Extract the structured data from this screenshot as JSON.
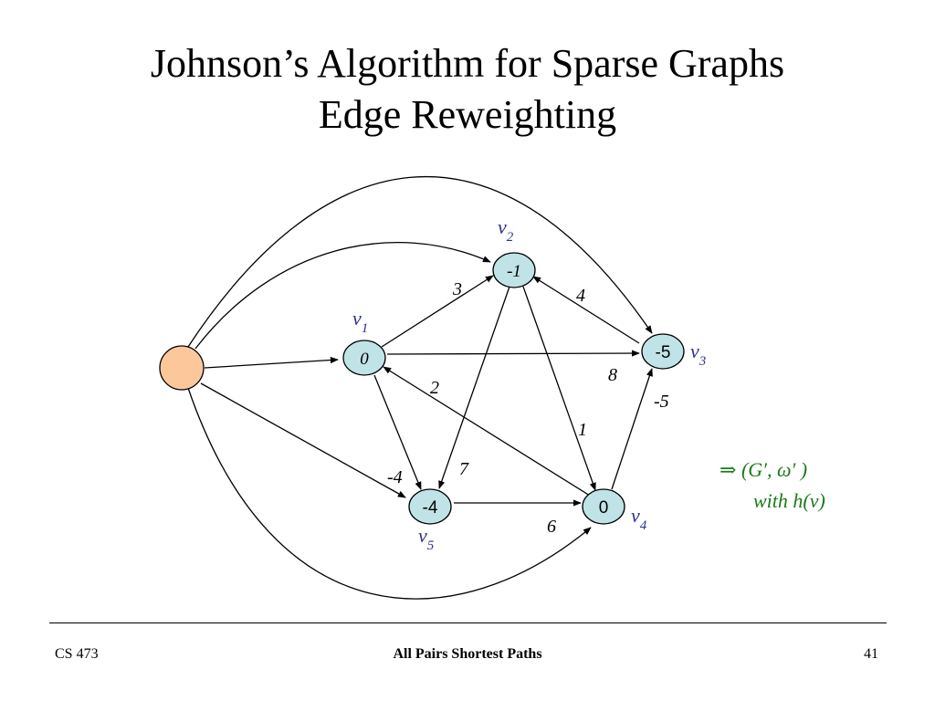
{
  "slide": {
    "title_line1": "Johnson’s Algorithm for Sparse Graphs",
    "title_line2": "Edge Reweighting"
  },
  "graph": {
    "nodes": [
      {
        "id": "s",
        "value": "",
        "label": "",
        "sub": ""
      },
      {
        "id": "v1",
        "value": "0",
        "label": "v",
        "sub": "1"
      },
      {
        "id": "v2",
        "value": "-1",
        "label": "v",
        "sub": "2"
      },
      {
        "id": "v3",
        "value": "-5",
        "label": "v",
        "sub": "3"
      },
      {
        "id": "v4",
        "value": "0",
        "label": "v",
        "sub": "4"
      },
      {
        "id": "v5",
        "value": "-4",
        "label": "v",
        "sub": "5"
      }
    ],
    "edges": [
      {
        "from": "s",
        "to": "v1",
        "weight": ""
      },
      {
        "from": "s",
        "to": "v2",
        "weight": ""
      },
      {
        "from": "s",
        "to": "v3",
        "weight": ""
      },
      {
        "from": "s",
        "to": "v4",
        "weight": ""
      },
      {
        "from": "s",
        "to": "v5",
        "weight": ""
      },
      {
        "from": "v1",
        "to": "v2",
        "weight": "3"
      },
      {
        "from": "v1",
        "to": "v3",
        "weight": "8"
      },
      {
        "from": "v1",
        "to": "v5",
        "weight": "-4"
      },
      {
        "from": "v2",
        "to": "v5",
        "weight": "7"
      },
      {
        "from": "v2",
        "to": "v4",
        "weight": "1"
      },
      {
        "from": "v3",
        "to": "v2",
        "weight": "4"
      },
      {
        "from": "v4",
        "to": "v1",
        "weight": "2"
      },
      {
        "from": "v4",
        "to": "v3",
        "weight": "-5"
      },
      {
        "from": "v5",
        "to": "v4",
        "weight": "6"
      }
    ],
    "colors": {
      "source_fill": "#fcc89b",
      "node_fill": "#bfe3e6",
      "label_color": "#2e3192",
      "note_color": "#1a7a1a"
    }
  },
  "note": {
    "arrow": "⇒",
    "line1": "(G′, ω′ )",
    "line2": "with h(v)"
  },
  "footer": {
    "left": "CS 473",
    "center": "All Pairs Shortest Paths",
    "right": "41"
  }
}
